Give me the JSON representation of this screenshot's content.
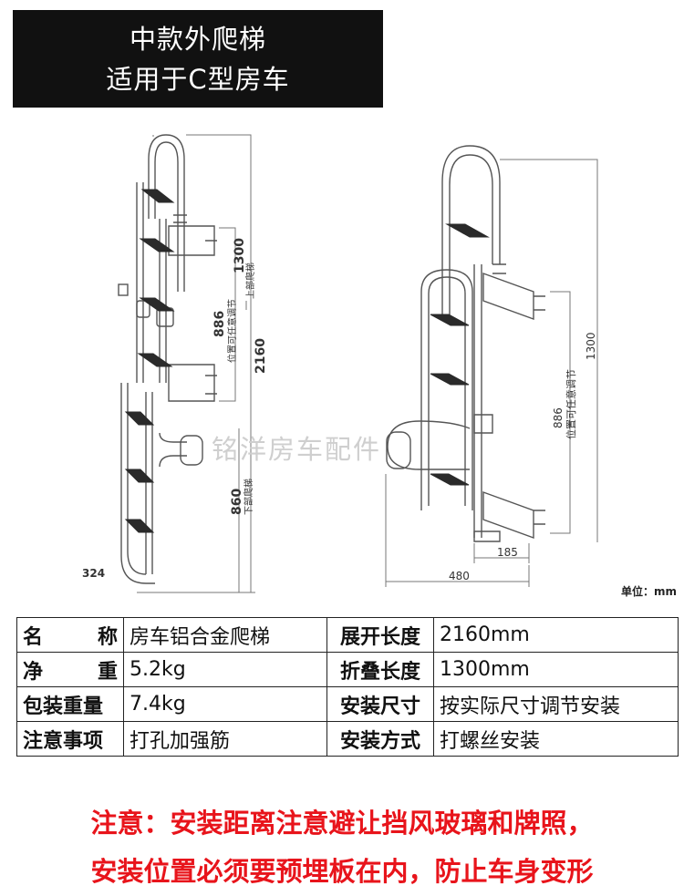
{
  "header": {
    "line1": "中款外爬梯",
    "line2": "适用于C型房车"
  },
  "diagram": {
    "dims_left": {
      "d1300": "1300",
      "d1300_note": "上部爬梯",
      "d886": "886",
      "d886_note": "位置可任意调节",
      "d2160": "2160",
      "d860": "860",
      "d860_note": "下部爬梯",
      "d324": "324"
    },
    "dims_right": {
      "d1300": "1300",
      "d886": "886",
      "d886_note": "位置可任意调节",
      "d185": "185",
      "d480": "480"
    },
    "unit": "单位：mm",
    "watermark": "铭洋房车配件"
  },
  "spec": {
    "rows": [
      {
        "l1a": "名",
        "l1b": "称",
        "v1": "房车铝合金爬梯",
        "l2": "展开长度",
        "v2": "2160mm"
      },
      {
        "l1a": "净",
        "l1b": "重",
        "v1": "5.2kg",
        "l2": "折叠长度",
        "v2": "1300mm"
      },
      {
        "l1": "包装重量",
        "v1": "7.4kg",
        "l2": "安装尺寸",
        "v2": "按实际尺寸调节安装"
      },
      {
        "l1": "注意事项",
        "v1": "打孔加强筋",
        "l2": "安装方式",
        "v2": "打螺丝安装"
      }
    ]
  },
  "notice": {
    "line1": "注意：安装距离注意避让挡风玻璃和牌照，",
    "line2": "安装位置必须要预埋板在内，防止车身变形"
  }
}
